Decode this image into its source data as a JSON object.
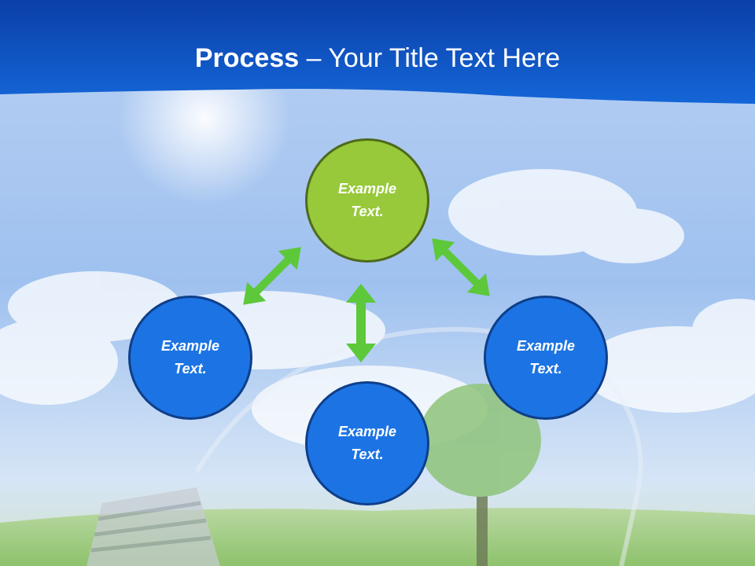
{
  "title": {
    "bold": "Process",
    "rest": " – Your Title Text Here"
  },
  "nodes": {
    "top": {
      "line1": "Example",
      "line2": "Text."
    },
    "left": {
      "line1": "Example",
      "line2": "Text."
    },
    "right": {
      "line1": "Example",
      "line2": "Text."
    },
    "bottom": {
      "line1": "Example",
      "line2": "Text."
    }
  },
  "colors": {
    "banner": "#0a4fc4",
    "accent_green": "#97c93a",
    "node_blue": "#1c74e4",
    "arrow_green": "#5cc83a"
  }
}
